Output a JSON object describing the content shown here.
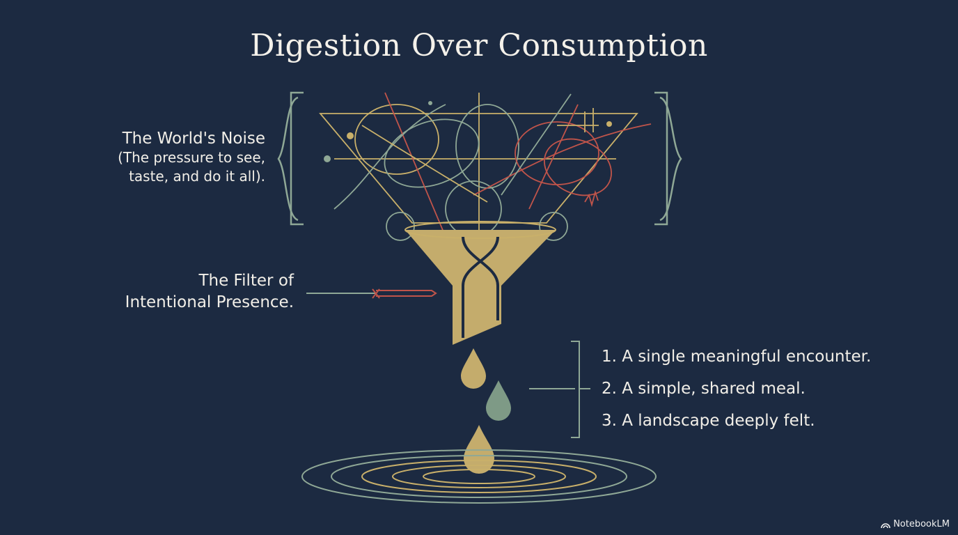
{
  "title": "Digestion Over Consumption",
  "noise": {
    "heading": "The World's Noise",
    "sub_lines": [
      "(The pressure to see,",
      "taste, and do it all)."
    ]
  },
  "filter": {
    "lines": [
      "The Filter of",
      "Intentional Presence."
    ]
  },
  "outcomes": [
    "1. A single meaningful encounter.",
    "2. A simple, shared meal.",
    "3. A landscape deeply felt."
  ],
  "brand": {
    "label": "NotebookLM",
    "icon": "notebooklm-logo-icon"
  },
  "colors": {
    "background": "#1c2a41",
    "gold": "#c9b06a",
    "sage": "#8fa896",
    "red": "#c0544a"
  }
}
